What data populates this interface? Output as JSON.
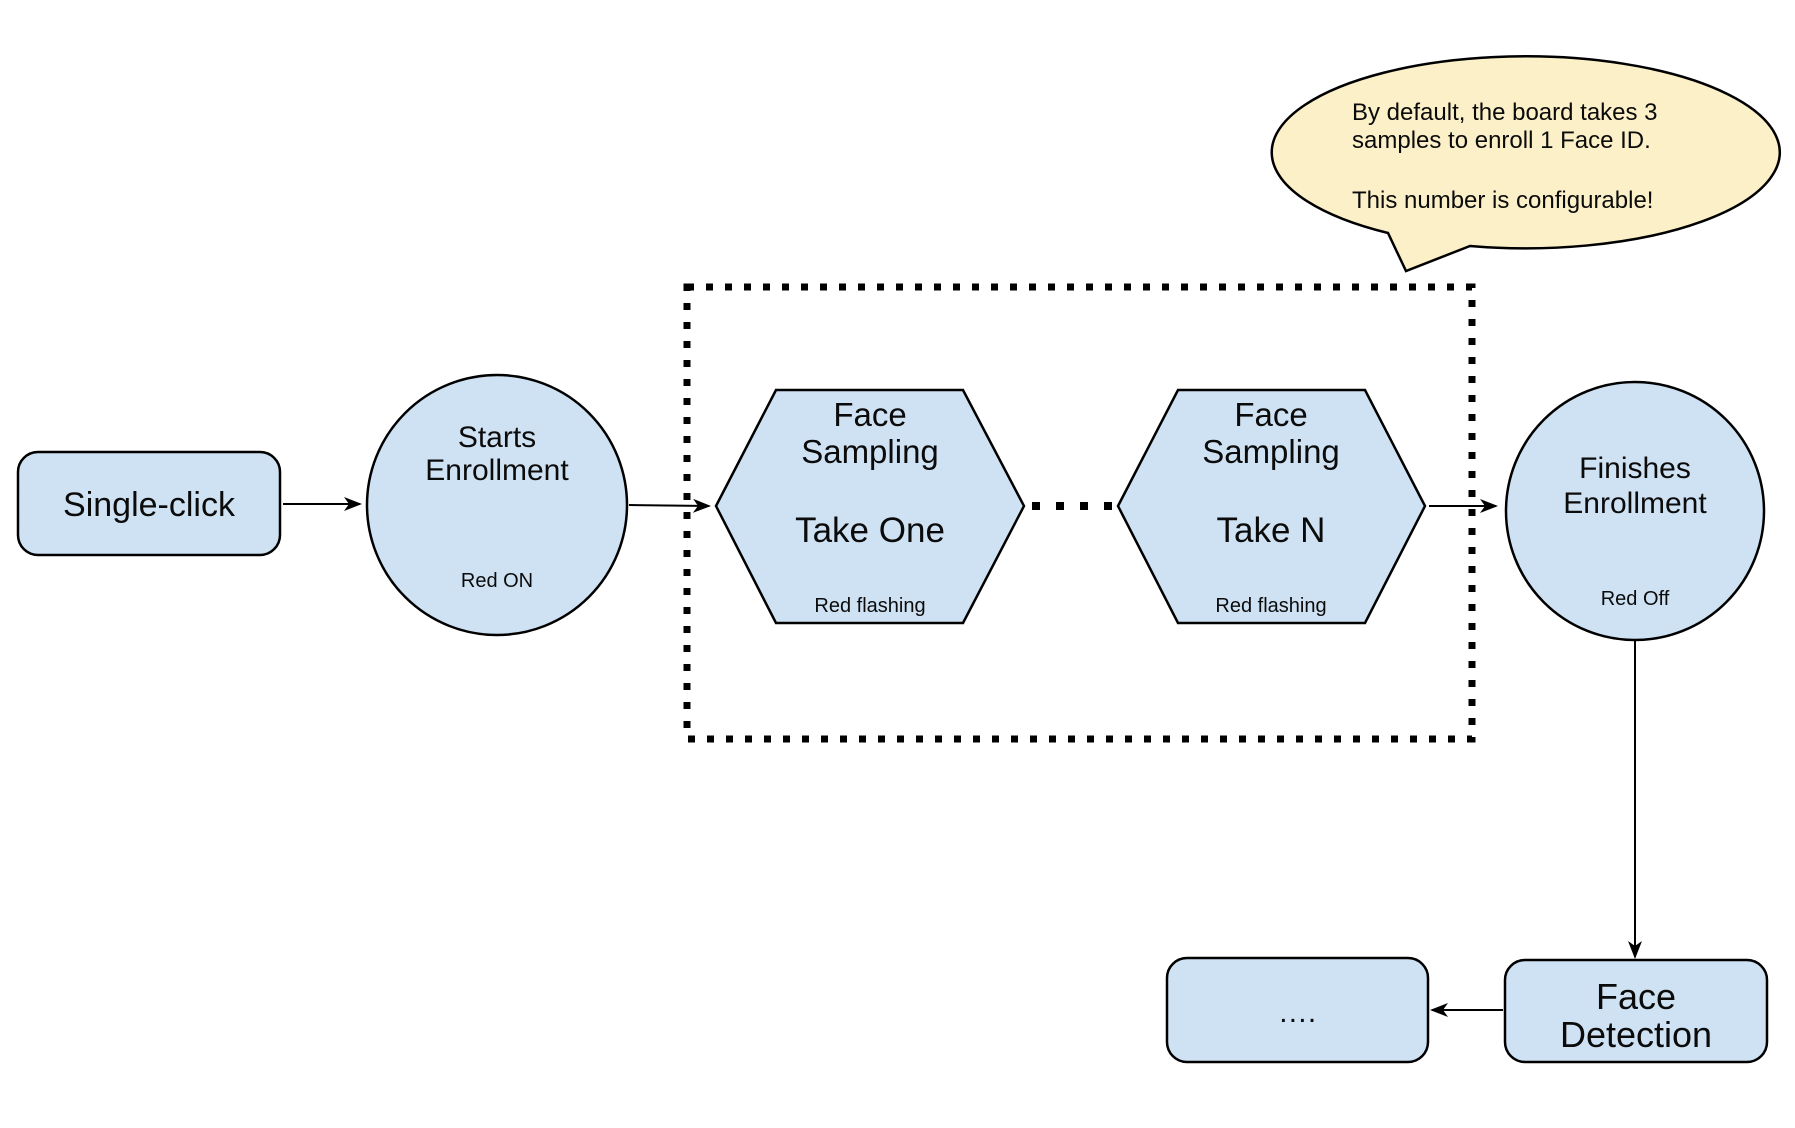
{
  "colors": {
    "node_fill": "#cfe2f3",
    "node_stroke": "#000000",
    "callout_fill": "#fbf0c8",
    "callout_stroke": "#000000",
    "connector": "#000000",
    "background": "#ffffff"
  },
  "nodes": {
    "single_click": {
      "label": "Single-click"
    },
    "starts_enrollment": {
      "lines": [
        "Starts",
        "Enrollment"
      ],
      "status": "Red ON"
    },
    "face_sampling_take_one": {
      "lines": [
        "Face",
        "Sampling"
      ],
      "step": "Take One",
      "status": "Red flashing"
    },
    "face_sampling_take_n": {
      "lines": [
        "Face",
        "Sampling"
      ],
      "step": "Take N",
      "status": "Red flashing"
    },
    "finishes_enrollment": {
      "lines": [
        "Finishes",
        "Enrollment"
      ],
      "status": "Red Off"
    },
    "face_detection": {
      "lines": [
        "Face",
        "Detection"
      ]
    },
    "continuation": {
      "label": "…."
    }
  },
  "callout": {
    "lines": [
      "By default, the board takes 3",
      "samples to enroll 1 Face ID.",
      "This number is configurable!"
    ]
  }
}
